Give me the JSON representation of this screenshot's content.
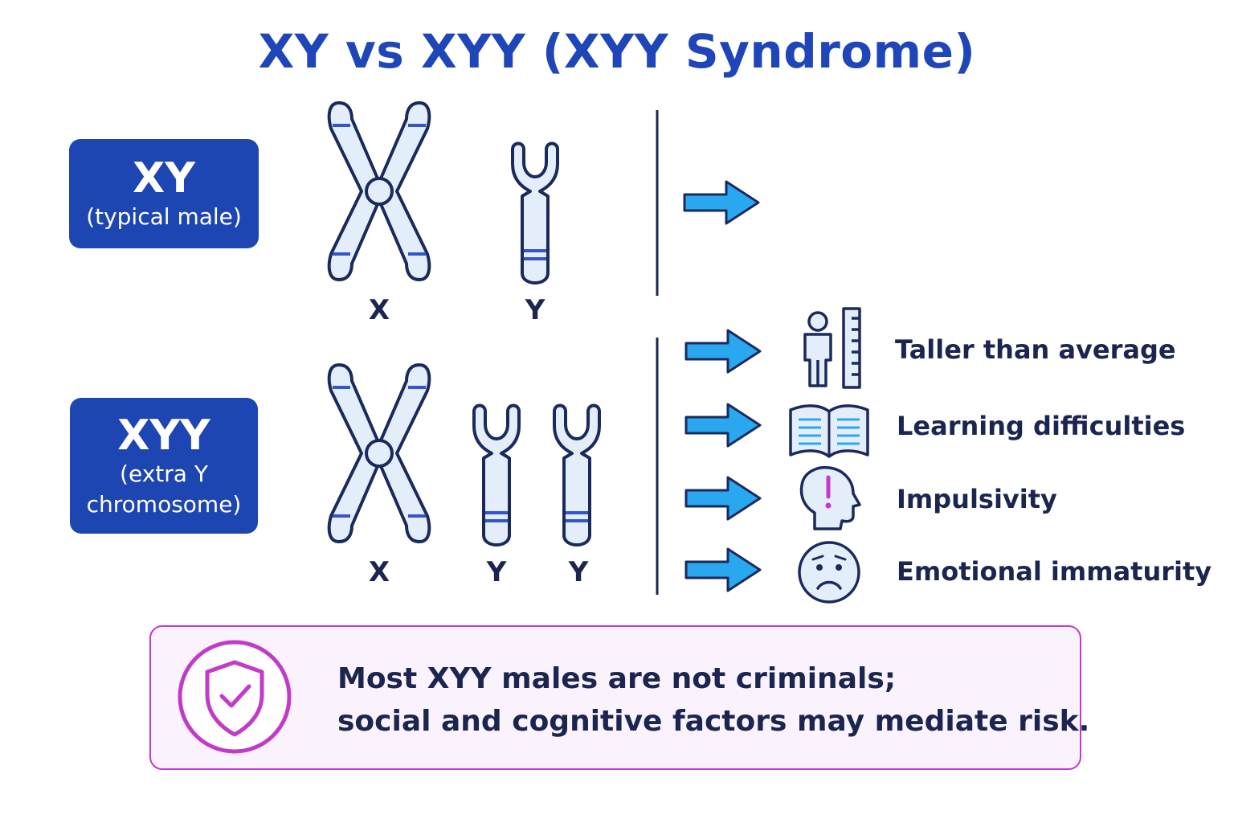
{
  "title": "XY vs XYY (XYY Syndrome)",
  "xy": {
    "label_main": "XY",
    "label_sub": "(typical male)",
    "chromosomes": [
      "X",
      "Y"
    ]
  },
  "xyy": {
    "label_main": "XYY",
    "label_sub_line1": "(extra Y",
    "label_sub_line2": "chromosome)",
    "chromosomes": [
      "X",
      "Y",
      "Y"
    ]
  },
  "traits": [
    {
      "label": "Taller than average",
      "icon": "height-ruler-icon"
    },
    {
      "label": "Learning difficulties",
      "icon": "open-book-icon"
    },
    {
      "label": "Impulsivity",
      "icon": "head-exclamation-icon"
    },
    {
      "label": "Emotional immaturity",
      "icon": "worried-face-icon"
    }
  ],
  "note": {
    "line1": "Most XYY males are not criminals;",
    "line2": "social and cognitive factors may mediate risk.",
    "icon": "shield-check-icon"
  },
  "colors": {
    "title": "#1f46b8",
    "label_box": "#1d46b3",
    "arrow": "#29a8f0",
    "chromosome_fill": "#e4eefb",
    "chromosome_stroke": "#1b2a5c",
    "band": "#3355c8",
    "accent": "#c23bc8"
  }
}
